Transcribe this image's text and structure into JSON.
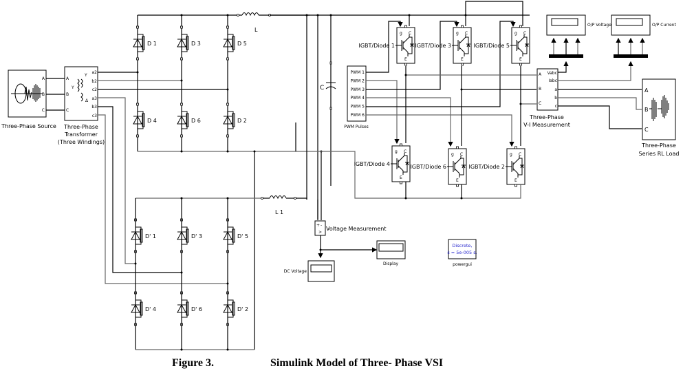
{
  "caption": {
    "figure": "Figure 3.",
    "title": "Simulink Model  of Three- Phase VSI"
  },
  "source": {
    "label": "Three-Phase Source",
    "ports": [
      "A",
      "B",
      "C"
    ]
  },
  "transformer": {
    "label_line1": "Three-Phase",
    "label_line2": "Transformer",
    "label_line3": "(Three Windings)",
    "in_ports": [
      "A",
      "B",
      "C"
    ],
    "out_ports": [
      "a2",
      "b2",
      "c2",
      "a3",
      "b3",
      "c3"
    ],
    "winding_symbols": [
      "Y",
      "Y",
      "Δ"
    ]
  },
  "rectifier_upper": {
    "diodes": [
      "D 1",
      "D 3",
      "D 5",
      "D 4",
      "D 6",
      "D 2"
    ]
  },
  "rectifier_lower": {
    "diodes": [
      "D' 1",
      "D' 3",
      "D' 5",
      "D' 4",
      "D' 6",
      "D' 2"
    ]
  },
  "inductors": {
    "upper": "L",
    "lower": "L 1"
  },
  "capacitor": {
    "label": "C"
  },
  "pwm": {
    "label": "PWM Pulses",
    "ports": [
      "PWM 1",
      "PWM 2",
      "PWM 3",
      "PWM 4",
      "PWM 5",
      "PWM 6"
    ]
  },
  "igbts": {
    "upper": [
      "IGBT/Diode 1",
      "IGBT/Diode 3",
      "IGBT/Diode 5"
    ],
    "lower": [
      "IGBT/Diode 4",
      "IGBT/Diode 6",
      "IGBT/Diode 2"
    ],
    "port_g": "g",
    "port_c": "C",
    "port_e": "E"
  },
  "vi_measurement": {
    "label_line1": "Three-Phase",
    "label_line2": "V-I Measurement",
    "in_ports": [
      "A",
      "B",
      "C"
    ],
    "out_ports": [
      "Vabc",
      "Iabc",
      "a",
      "b",
      "c"
    ]
  },
  "displays": {
    "op_voltage": "O/P Voltage",
    "op_current": "O/P Current",
    "dc_voltage": "DC Voltage",
    "display": "Display"
  },
  "load": {
    "label_line1": "Three-Phase",
    "label_line2": "Series RL Load",
    "ports": [
      "A",
      "B",
      "C"
    ]
  },
  "voltage_measurement": {
    "label": "Voltage Measurement",
    "plus": "+",
    "minus": "-",
    "out": ">"
  },
  "powergui": {
    "line1": "Discrete,",
    "line2": "s = 5e-005 s.",
    "label": "powergui"
  }
}
